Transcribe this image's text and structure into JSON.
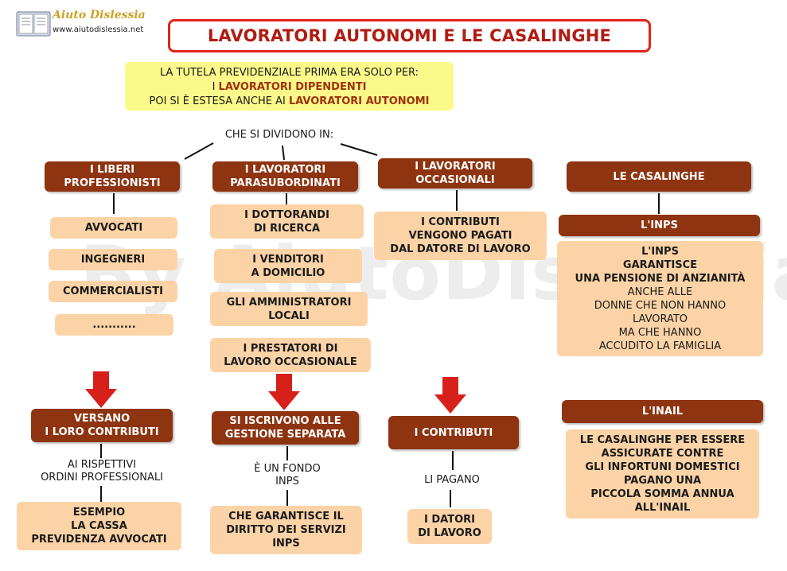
{
  "logo": {
    "name": "Aiuto Dislessia",
    "url": "www.aiutodislessia.net"
  },
  "title": "LAVORATORI AUTONOMI E LE CASALINGHE",
  "intro": {
    "line1": "LA TUTELA PREVIDENZIALE PRIMA ERA SOLO PER:",
    "line2_prefix": "I ",
    "line2_em": "LAVORATORI DIPENDENTI",
    "line3_prefix": "POI SI È ESTESA ANCHE AI ",
    "line3_em": "LAVORATORI AUTONOMI"
  },
  "divide_label": "CHE SI DIVIDONO IN:",
  "col1": {
    "header": [
      "I  LIBERI",
      "PROFESSIONISTI"
    ],
    "items": [
      "AVVOCATI",
      "INGEGNERI",
      "COMMERCIALISTI",
      "..........."
    ],
    "result": [
      "VERSANO",
      "I LORO CONTRIBUTI"
    ],
    "link": [
      "AI RISPETTIVI",
      "ORDINI PROFESSIONALI"
    ],
    "example": [
      "ESEMPIO",
      "LA CASSA",
      "PREVIDENZA AVVOCATI"
    ]
  },
  "col2": {
    "header": [
      "I  LAVORATORI",
      "PARASUBORDINATI"
    ],
    "items": [
      [
        "I DOTTORANDI",
        "DI RICERCA"
      ],
      [
        "I VENDITORI",
        "A DOMICILIO"
      ],
      [
        "GLI AMMINISTRATORI",
        "LOCALI"
      ],
      [
        "I PRESTATORI DI",
        "LAVORO OCCASIONALE"
      ]
    ],
    "result": [
      "SI ISCRIVONO ALLE",
      "GESTIONE SEPARATA"
    ],
    "link": [
      "È UN FONDO",
      "INPS"
    ],
    "example": [
      "CHE GARANTISCE IL",
      "DIRITTO DEI SERVIZI",
      "INPS"
    ]
  },
  "col3": {
    "header": [
      "I LAVORATORI",
      "OCCASIONALI"
    ],
    "item": [
      "I CONTRIBUTI",
      "VENGONO PAGATI",
      "DAL  DATORE DI LAVORO"
    ],
    "result": "I CONTRIBUTI",
    "link": "LI PAGANO",
    "example": [
      "I DATORI",
      "DI LAVORO"
    ]
  },
  "col4": {
    "header": "LE CASALINGHE",
    "inps_header": "L'INPS",
    "inps_bold": [
      "L'INPS",
      "GARANTISCE",
      "UNA PENSIONE DI ANZIANITÀ"
    ],
    "inps_text": [
      "ANCHE ALLE",
      "DONNE CHE NON HANNO",
      "LAVORATO",
      "MA CHE HANNO",
      "ACCUDITO LA FAMIGLIA"
    ],
    "inail_header": "L'INAIL",
    "inail_text": [
      "LE CASALINGHE PER ESSERE",
      "ASSICURATE CONTRE",
      "GLI INFORTUNI DOMESTICI",
      "PAGANO UNA",
      "PICCOLA SOMMA ANNUA",
      "ALL'INAIL"
    ]
  },
  "watermark": "By AiutoDislessia.net",
  "colors": {
    "header_bg": "#8e3410",
    "box_bg": "#fcd3a6",
    "intro_bg": "#fbf98a",
    "title_border": "#e0241b",
    "title_text": "#b01c12",
    "arrow": "#d8201b"
  }
}
